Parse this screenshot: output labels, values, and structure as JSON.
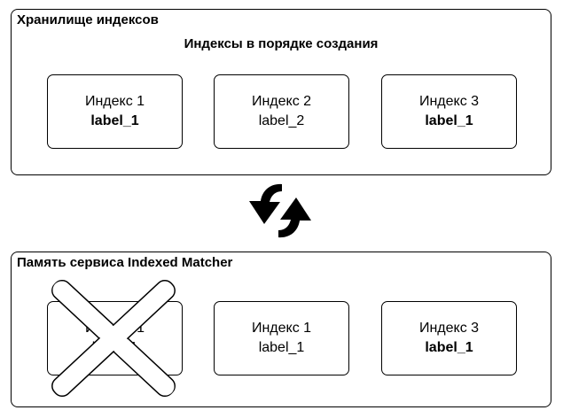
{
  "storage": {
    "title": "Хранилище индексов",
    "subtitle": "Индексы в порядке создания",
    "cards": [
      {
        "name": "Индекс 1",
        "label": "label_1",
        "bold_label": true
      },
      {
        "name": "Индекс 2",
        "label": "label_2",
        "bold_label": false
      },
      {
        "name": "Индекс 3",
        "label": "label_1",
        "bold_label": true
      }
    ]
  },
  "sync_icon": "sync-arrows-icon",
  "memory": {
    "title": "Память сервиса Indexed Matcher",
    "cards": [
      {
        "name": "Индекс 1",
        "label": "label_1",
        "bold_label": false,
        "removed": true
      },
      {
        "name": "Индекс 1",
        "label": "label_1",
        "bold_label": false
      },
      {
        "name": "Индекс 3",
        "label": "label_1",
        "bold_label": true
      }
    ]
  },
  "removed_marker_icon": "cross-icon"
}
